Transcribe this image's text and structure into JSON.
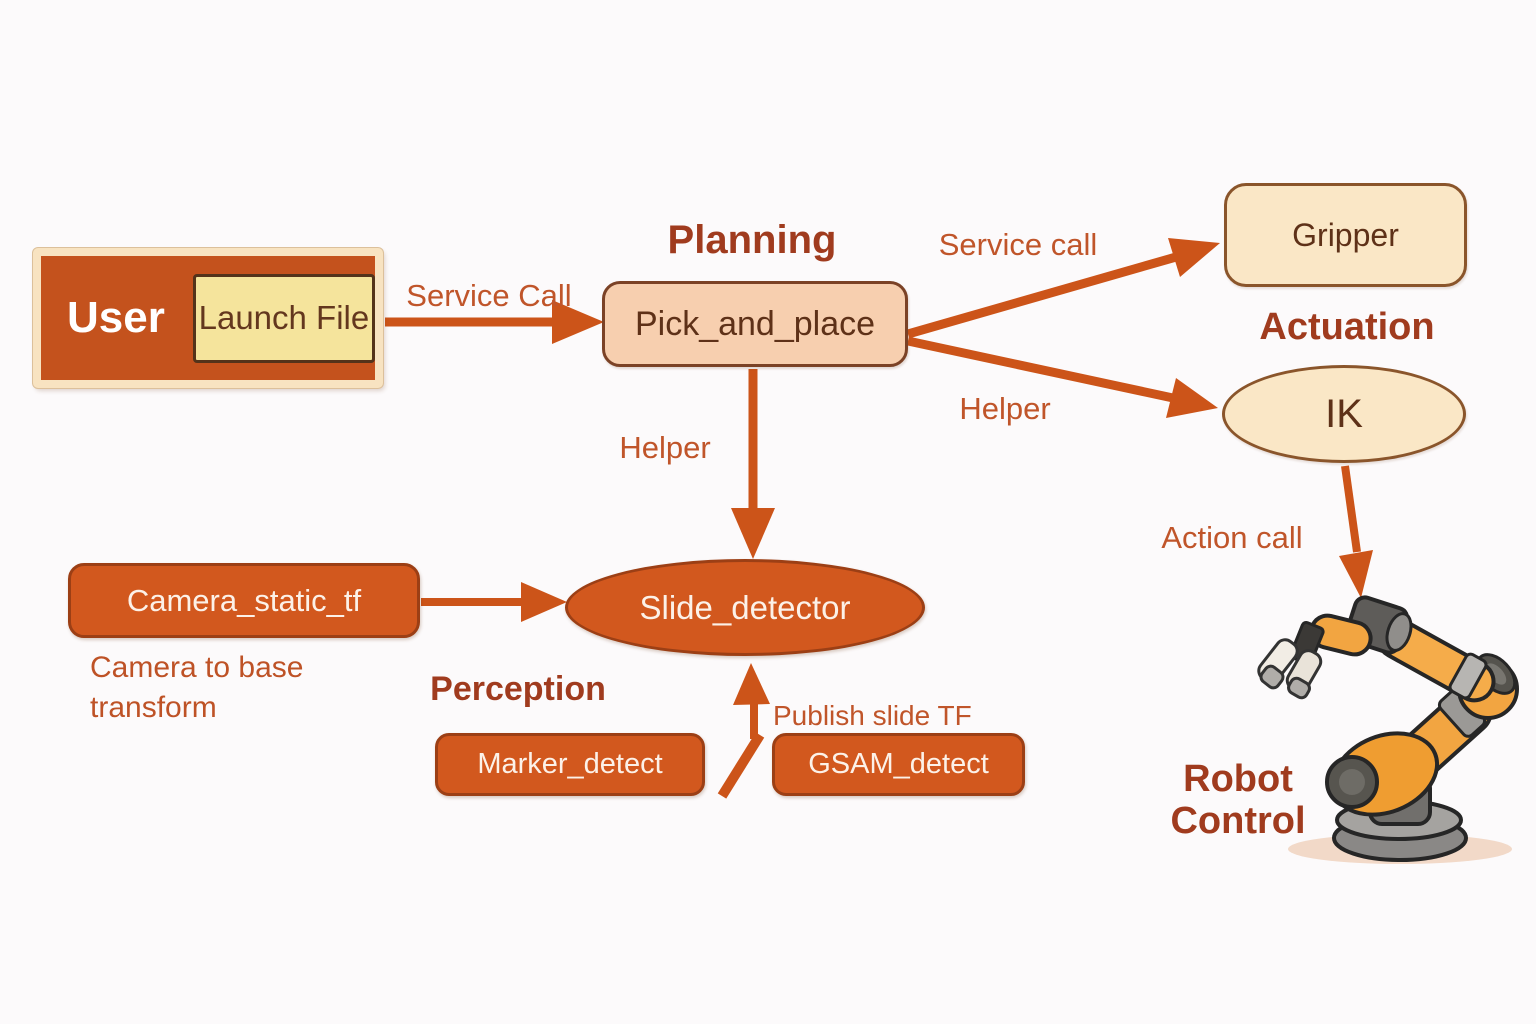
{
  "nodes": {
    "user": {
      "label": "User",
      "launch_file": "Launch File"
    },
    "pick_and_place": {
      "label": "Pick_and_place"
    },
    "gripper": {
      "label": "Gripper"
    },
    "ik": {
      "label": "IK"
    },
    "slide_detector": {
      "label": "Slide_detector"
    },
    "camera_static_tf": {
      "label": "Camera_static_tf"
    },
    "marker_detect": {
      "label": "Marker_detect"
    },
    "gsam_detect": {
      "label": "GSAM_detect"
    }
  },
  "sections": {
    "planning": "Planning",
    "actuation": "Actuation",
    "perception": "Perception",
    "robot_control_line1": "Robot",
    "robot_control_line2": "Control"
  },
  "edges": {
    "service_call_user": "Service Call",
    "service_call_gripper": "Service call",
    "helper_to_ik": "Helper",
    "helper_to_slide": "Helper",
    "publish_slide_tf": "Publish slide TF",
    "action_call": "Action call"
  },
  "annotations": {
    "camera_note_line1": "Camera to base",
    "camera_note_line2": "transform"
  },
  "colors": {
    "background": "#FCFAFB",
    "arrow_orange": "#CC5419",
    "node_orange": "#D2581E",
    "node_peach": "#F7CFAF",
    "node_cream": "#FAE7C6",
    "node_yellow": "#F5E49C",
    "user_orange": "#C4521D",
    "title_dark_red": "#A03B1E",
    "label_orange": "#C0552A",
    "node_text_dark": "#5E3118",
    "robot_body_orange": "#F2A541",
    "robot_gray": "#807E7B"
  }
}
